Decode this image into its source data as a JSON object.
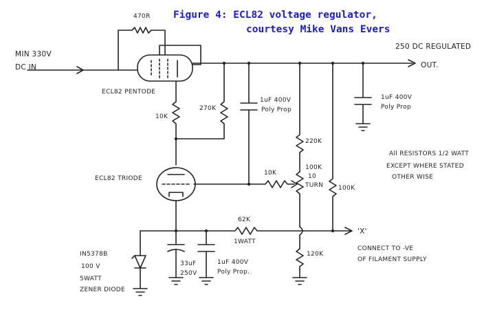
{
  "title": {
    "line1": "Figure 4: ECL82 voltage regulator,",
    "line2": "courtesy Mike Vans Evers"
  },
  "labels": {
    "input_1": "MIN 330V",
    "input_2": "DC IN",
    "output_1": "250 DC  REGULATED",
    "output_2": "OUT.",
    "r_470": "470R",
    "pentode": "ECL82 PENTODE",
    "triode": "ECL82 TRIODE",
    "r_10k_plate": "10K",
    "r_270k": "270K",
    "c1_a": "1uF 400V",
    "c1_b": "Poly Prop",
    "c2_a": "1uF 400V",
    "c2_b": "Poly Prop",
    "r_220k": "220K",
    "pot_a": "100K",
    "pot_b": "10",
    "pot_c": "TURN",
    "r_10k_grid": "10K",
    "r_100k": "100K",
    "r_62k_a": "62K",
    "r_62k_b": "1WATT",
    "x_node": "'X'",
    "connect_1": "CONNECT TO -VE",
    "connect_2": "OF FILAMENT SUPPLY",
    "r_120k": "120K",
    "zener_1": "IN5378B",
    "zener_2": "100 V",
    "zener_3": "5WATT",
    "zener_4": "ZENER DIODE",
    "c3_a": "33uF",
    "c3_b": "250V",
    "c4_a": "1uF 400V",
    "c4_b": "Poly Prop.",
    "note_1": "All RESISTORS 1/2 WATT",
    "note_2": "EXCEPT WHERE STATED",
    "note_3": "OTHER WISE"
  }
}
